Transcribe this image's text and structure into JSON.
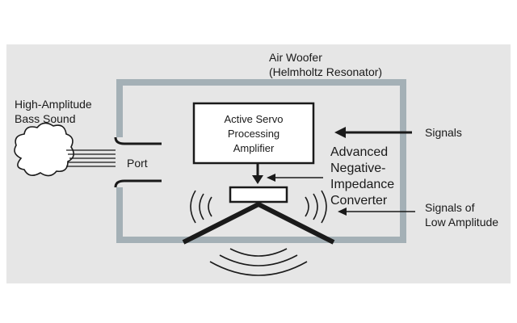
{
  "diagram": {
    "title_line1": "Air Woofer",
    "title_line2": "(Helmholtz Resonator)",
    "source_line1": "High-Amplitude",
    "source_line2": "Bass Sound",
    "port": "Port",
    "amp_line1": "Active Servo",
    "amp_line2": "Processing",
    "amp_line3": "Amplifier",
    "converter_line1": "Advanced",
    "converter_line2": "Negative-",
    "converter_line3": "Impedance",
    "converter_line4": "Converter",
    "signals": "Signals",
    "low_line1": "Signals of",
    "low_line2": "Low Amplitude"
  },
  "colors": {
    "panel": "#e6e6e6",
    "enclosure": "#a4b0b6",
    "ink": "#1a1a1a",
    "box_fill": "#ffffff"
  },
  "icons": {
    "cloud": "cloud-icon",
    "arrow": "arrow-left-icon"
  }
}
